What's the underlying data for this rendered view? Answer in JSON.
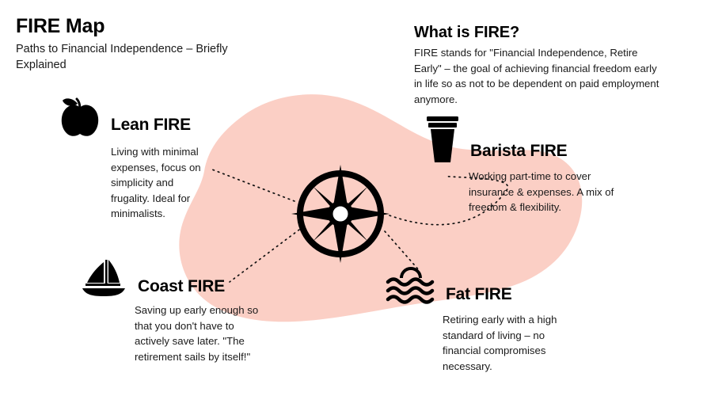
{
  "header": {
    "title": "FIRE Map",
    "subtitle": "Paths to Financial Independence – Briefly Explained"
  },
  "what_is_fire": {
    "title": "What is FIRE?",
    "body": "FIRE stands for \"Financial Independence, Retire Early\" – the goal of achieving financial freedom early in life so as not to be dependent on paid employment anymore."
  },
  "center": {
    "icon": "compass-rose-icon"
  },
  "paths": [
    {
      "key": "lean",
      "title": "Lean FIRE",
      "body": "Living with minimal expenses, focus on simplicity and frugality. Ideal for minimalists.",
      "icon": "apple-icon"
    },
    {
      "key": "barista",
      "title": "Barista FIRE",
      "body": "Working part-time to cover insurance & expenses. A mix of freedom & flexibility.",
      "icon": "coffee-cup-icon"
    },
    {
      "key": "coast",
      "title": "Coast FIRE",
      "body": "Saving up early enough so that you don't have to actively save later. \"The retirement sails by itself!\"",
      "icon": "sailboat-icon"
    },
    {
      "key": "fat",
      "title": "Fat FIRE",
      "body": "Retiring early with a high standard of living – no financial compromises necessary.",
      "icon": "sunset-waves-icon"
    }
  ],
  "colors": {
    "background": "#ffffff",
    "blob": "#fbcfc5",
    "ink": "#000000",
    "body_text": "#1a1a1a"
  }
}
